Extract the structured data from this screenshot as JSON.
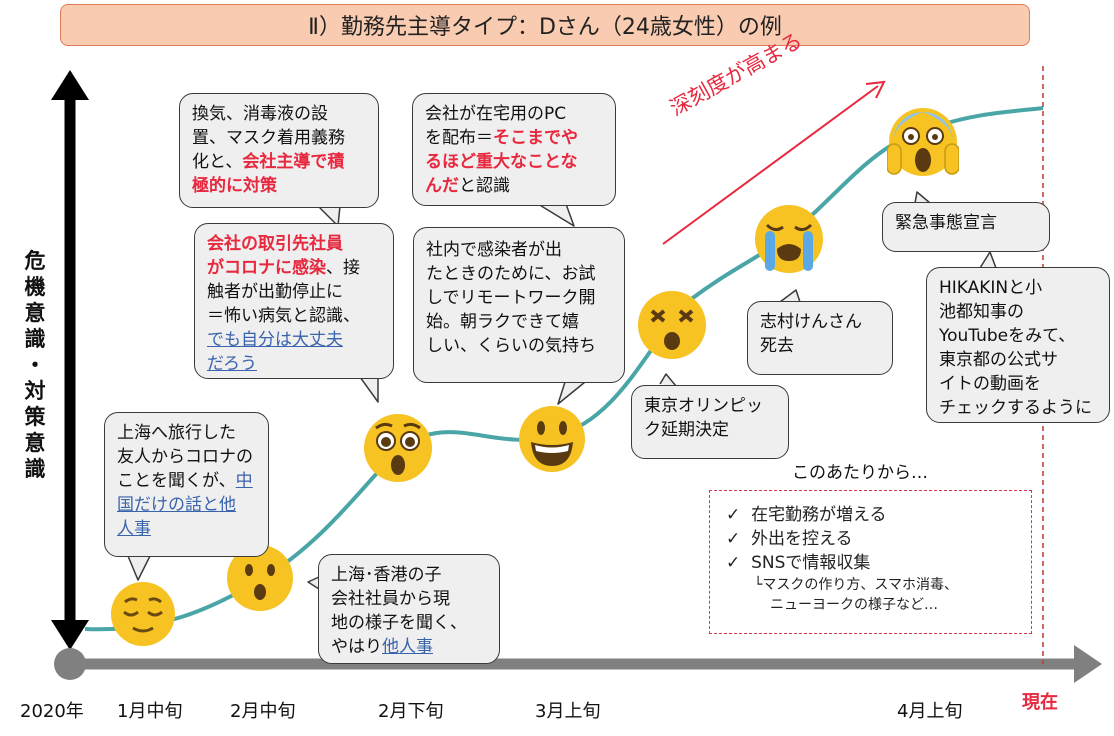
{
  "title": "Ⅱ）勤務先主導タイプ：Dさん（24歳女性）の例",
  "y_axis_label": [
    "危",
    "機",
    "意",
    "識",
    "・",
    "対",
    "策",
    "意",
    "識"
  ],
  "x_ticks": [
    "2020年",
    "1月中旬",
    "2月中旬",
    "2月下旬",
    "3月上旬",
    "4月上旬"
  ],
  "now_label": "現在",
  "diagonal_label": "深刻度が高まる",
  "bubbles": {
    "b1": {
      "l1": "上海へ旅行した",
      "l2": "友人からコロナの",
      "l3": "ことを聞くが、",
      "l3b": "中",
      "l4": "国だけの話と他",
      "l5": "人事"
    },
    "b2": {
      "l1": "上海･香港の子",
      "l2": "会社社員から現",
      "l3": "地の様子を聞く、",
      "l4a": "やはり",
      "l4b": "他人事"
    },
    "b3": {
      "l1": "換気、消毒液の設",
      "l2": "置、マスク着用義務",
      "l3a": "化と、",
      "l3b": "会社主導で積",
      "l4": "極的に対策"
    },
    "b4": {
      "l1": "会社の取引先社員",
      "l2a": "がコロナに感染",
      "l2b": "、接",
      "l3": "触者が出勤停止に",
      "l4": "＝怖い病気と認識、",
      "l5": "でも自分は大丈夫",
      "l6": "だろう"
    },
    "b5": {
      "l1": "会社が在宅用のPC",
      "l2a": "を配布＝",
      "l2b": "そこまでや",
      "l3": "るほど重大なことな",
      "l4a": "んだ",
      "l4b": "と認識"
    },
    "b6": {
      "l1": "社内で感染者が出",
      "l2": "たときのために、お試",
      "l3": "しでリモートワーク開",
      "l4": "始。朝ラクできて嬉",
      "l5": "しい、くらいの気持ち"
    },
    "b7": {
      "l1": "東京オリンピッ",
      "l2": "ク延期決定"
    },
    "b8": {
      "l1": "志村けんさん",
      "l2": "死去"
    },
    "b9": {
      "l1": "緊急事態宣言"
    },
    "b10": {
      "l1": "HIKAKINと小",
      "l2": "池都知事の",
      "l3": "YouTubeをみて、",
      "l4": "東京都の公式サ",
      "l5": "イトの動画を",
      "l6": "チェックするように"
    }
  },
  "note": {
    "title": "このあたりから…",
    "items": [
      "在宅勤務が増える",
      "外出を控える",
      "SNSで情報収集"
    ],
    "check": "✓",
    "sub1": "└マスクの作り方、スマホ消毒、",
    "sub2": "ニューヨークの様子など…"
  },
  "colors": {
    "curve": "#4aa6a6",
    "red": "#e8283e",
    "axis": "#808080",
    "emoji": "#f6c323"
  },
  "icons": [
    "relieved-face-icon",
    "hushed-face-icon",
    "astonished-face-icon",
    "grinning-face-icon",
    "dizzy-face-icon",
    "crying-face-icon",
    "screaming-face-icon"
  ]
}
